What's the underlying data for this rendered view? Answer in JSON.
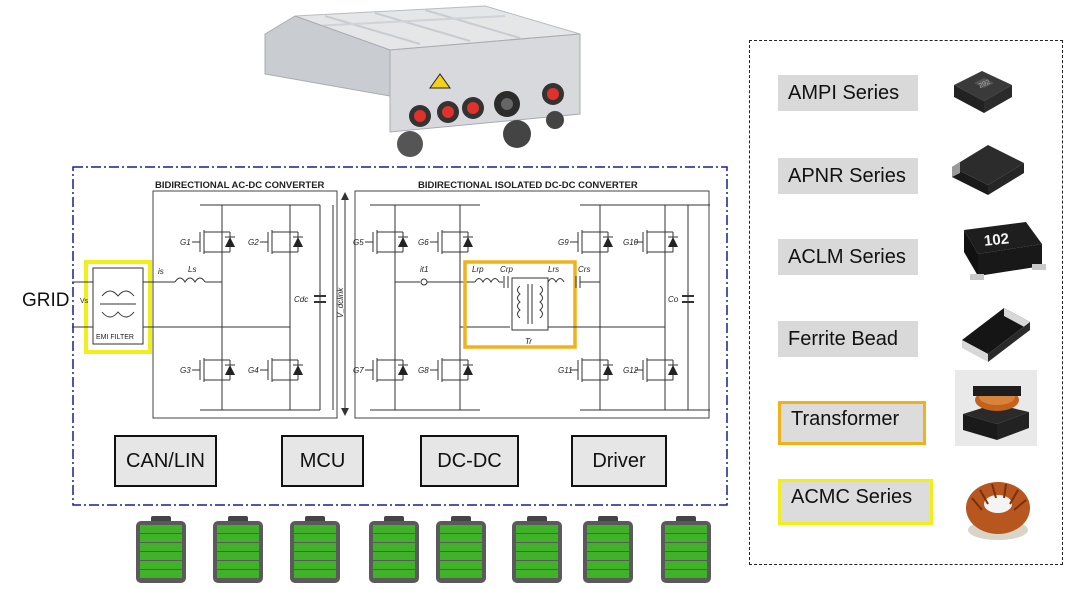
{
  "grid_label": "GRID",
  "circuit": {
    "acdc_title": "BIDIRECTIONAL AC-DC CONVERTER",
    "dcdc_title": "BIDIRECTIONAL ISOLATED DC-DC CONVERTER",
    "emi_label": "EMI FILTER",
    "vs_label": "Vs",
    "is_label": "is",
    "ls_label": "Ls",
    "cdc_label": "Cdc",
    "vdclink_label": "V_dclink",
    "it_label": "it1",
    "lrp_label": "Lrp",
    "crp_label": "Crp",
    "lrs_label": "Lrs",
    "crs_label": "Crs",
    "tr_label": "Tr",
    "co_label": "Co",
    "switches": [
      "G1",
      "G2",
      "G3",
      "G4",
      "G5",
      "G6",
      "G7",
      "G8",
      "G9",
      "G10",
      "G11",
      "G12"
    ]
  },
  "blocks": [
    "CAN/LIN",
    "MCU",
    "DC-DC",
    "Driver"
  ],
  "legend": {
    "items": [
      {
        "label": "AMPI Series",
        "icon": "smd-power-inductor-icon"
      },
      {
        "label": "APNR Series",
        "icon": "molded-inductor-icon"
      },
      {
        "label": "ACLM Series",
        "icon": "chip-inductor-102-icon"
      },
      {
        "label": "Ferrite Bead",
        "icon": "ferrite-bead-icon"
      },
      {
        "label": "Transformer",
        "icon": "transformer-icon"
      },
      {
        "label": "ACMC Series",
        "icon": "toroid-choke-icon"
      }
    ],
    "component_marking": "102"
  },
  "colors": {
    "dashdot_border": "#1c1ca0",
    "transformer_highlight": "#f0b21a",
    "emi_highlight": "#f2ee19",
    "battery_green": "#3fb22a"
  },
  "batteries": {
    "count": 8,
    "level": 1.0
  }
}
